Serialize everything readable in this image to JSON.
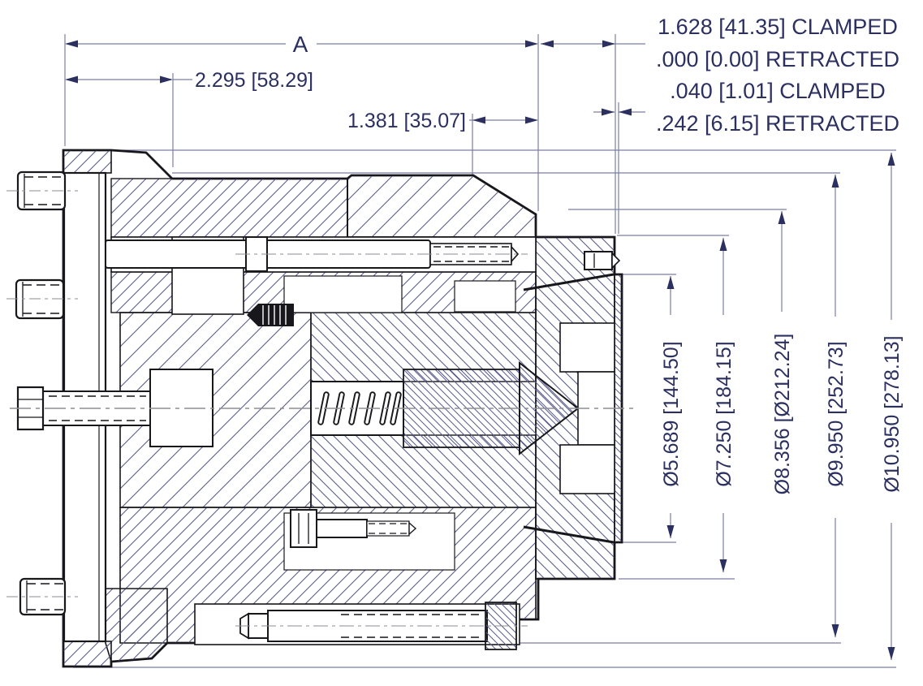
{
  "drawing": {
    "type": "mechanical-section-view",
    "top_dimensions": {
      "overall": "A",
      "flange_offset": "2.295 [58.29]",
      "body_offset": "1.381 [35.07]"
    },
    "stroke_notes": [
      "1.628 [41.35] CLAMPED",
      ".000 [0.00] RETRACTED",
      ".040 [1.01] CLAMPED",
      ".242 [6.15] RETRACTED"
    ],
    "diameter_dimensions": [
      "Ø5.689 [144.50]",
      "Ø7.250 [184.15]",
      "Ø8.356 [Ø212.24]",
      "Ø9.950 [252.73]",
      "Ø10.950 [278.13]"
    ],
    "colors": {
      "outline": "#17171c",
      "hatch": "#5b5e8c",
      "dimension_line": "#7b7ea4",
      "dimension_text": "#2b3060",
      "centerline": "#8e8e94"
    }
  }
}
